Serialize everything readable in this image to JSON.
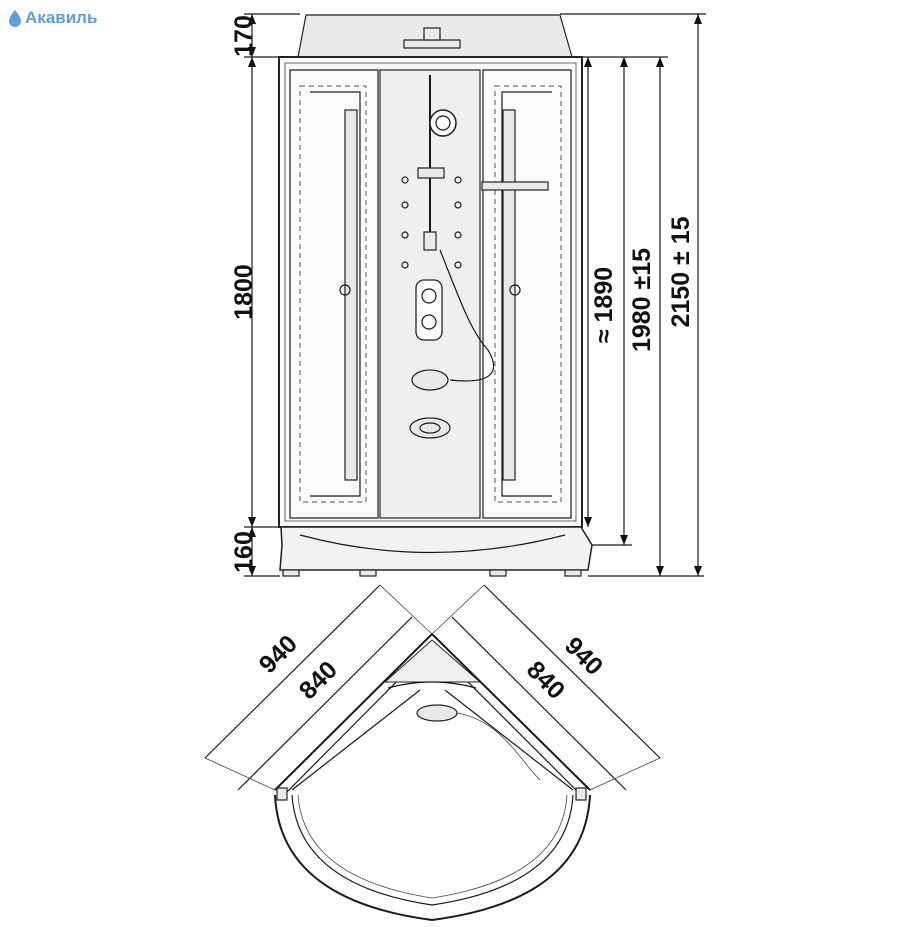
{
  "watermark": {
    "text": "Акавиль",
    "icon": "drop-icon",
    "color": "#5ea0d8"
  },
  "front_view": {
    "dim_top": "170",
    "dim_panel": "1800",
    "dim_base": "160",
    "dim_inner": "≈ 1890",
    "dim_glass": "1980 ±15",
    "dim_total": "2150 ± 15"
  },
  "top_view": {
    "dim_left_outer": "940",
    "dim_left_inner": "840",
    "dim_right_inner": "840",
    "dim_right_outer": "940"
  }
}
